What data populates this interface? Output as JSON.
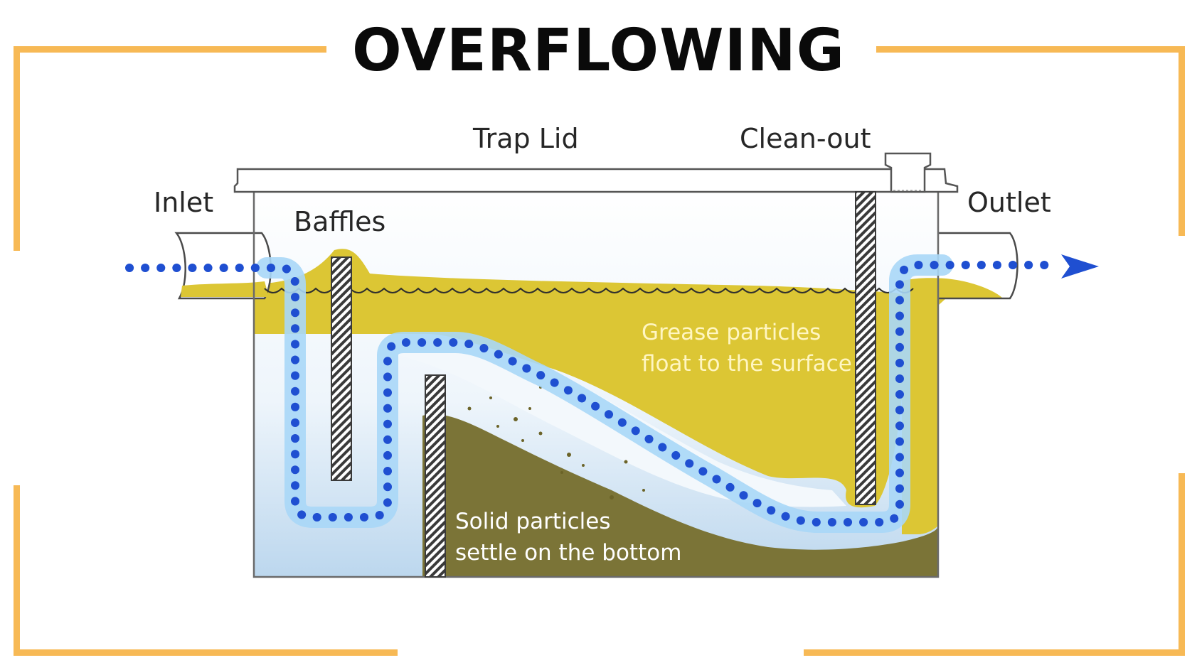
{
  "title": "OVERFLOWING",
  "labels": {
    "trap_lid": "Trap Lid",
    "clean_out": "Clean-out",
    "inlet": "Inlet",
    "outlet": "Outlet",
    "baffles": "Baffles",
    "grease_line1": "Grease particles",
    "grease_line2": "float to the surface",
    "solid_line1": "Solid particles",
    "solid_line2": "settle on the bottom"
  },
  "colors": {
    "frame": "#f7b955",
    "grease": "#dcc634",
    "sludge": "#7b7437",
    "water": "#cfe3f2",
    "flow": "#1f4fd1",
    "grease_text": "#fff6c2",
    "solid_text": "#ffffff"
  }
}
